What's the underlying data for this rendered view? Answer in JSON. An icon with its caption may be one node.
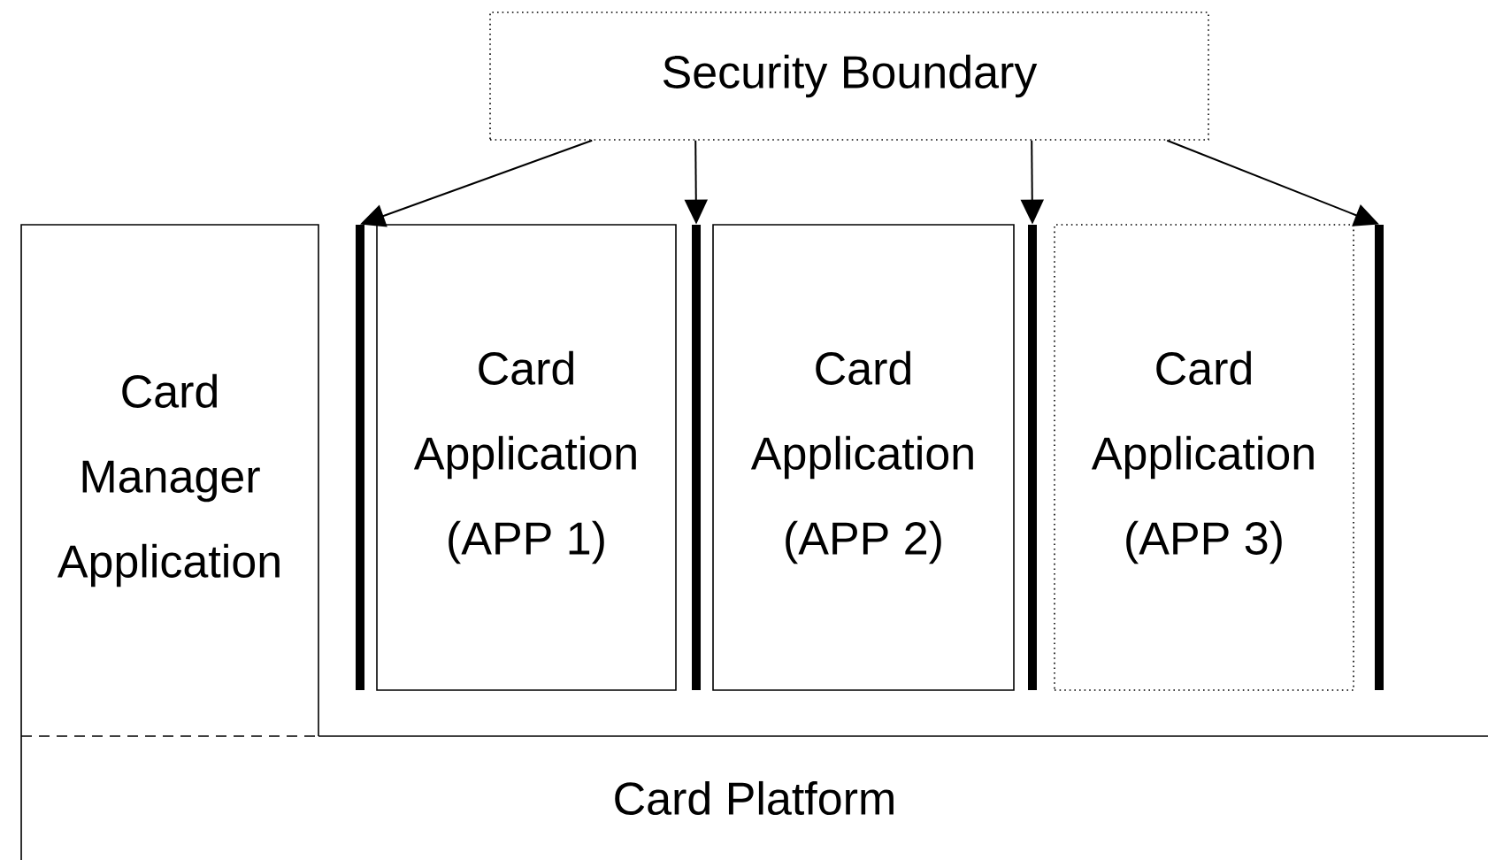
{
  "diagram": {
    "nodes": [
      {
        "text": [
          "Security Boundary"
        ]
      },
      {
        "text": [
          "Card Manager Application"
        ]
      },
      {
        "text": [
          "Card Application (APP 1)"
        ]
      },
      {
        "text": [
          "Card Application (APP 2)"
        ]
      },
      {
        "text": [
          "Card Application (APP 3)"
        ]
      },
      {
        "text": [
          "Card Platform"
        ]
      },
      {
        "text": [],
        "shape": "bar"
      },
      {
        "text": [],
        "shape": "bar"
      },
      {
        "text": [],
        "shape": "bar"
      },
      {
        "text": [],
        "shape": "bar"
      }
    ],
    "edges": [
      {
        "from": 0,
        "to": 6,
        "arrow": "to"
      },
      {
        "from": 0,
        "to": 7,
        "arrow": "to"
      },
      {
        "from": 0,
        "to": 8,
        "arrow": "to"
      },
      {
        "from": 0,
        "to": 9,
        "arrow": "to"
      }
    ]
  }
}
